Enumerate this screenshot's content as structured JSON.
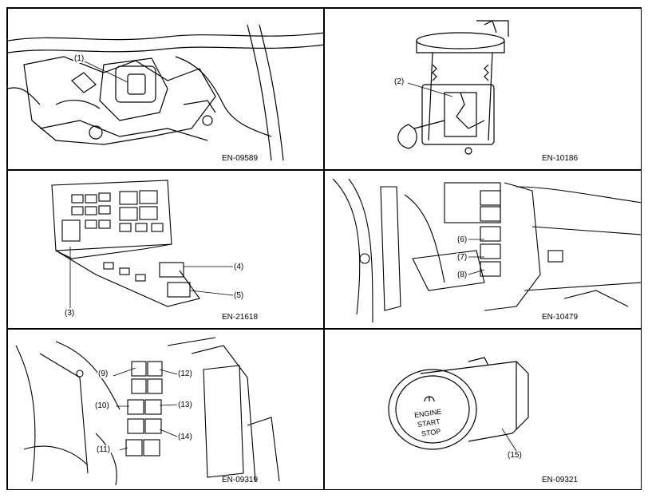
{
  "panels": [
    {
      "code": "EN-09589",
      "callouts": [
        "(1)"
      ]
    },
    {
      "code": "EN-10186",
      "callouts": [
        "(2)"
      ]
    },
    {
      "code": "EN-21618",
      "callouts": [
        "(3)",
        "(4)",
        "(5)"
      ]
    },
    {
      "code": "EN-10479",
      "callouts": [
        "(6)",
        "(7)",
        "(8)"
      ]
    },
    {
      "code": "EN-09319",
      "callouts": [
        "(9)",
        "(10)",
        "(11)",
        "(12)",
        "(13)",
        "(14)"
      ]
    },
    {
      "code": "EN-09321",
      "callouts": [
        "(15)"
      ],
      "button_text": [
        "ENGINE",
        "START",
        "STOP"
      ]
    }
  ]
}
